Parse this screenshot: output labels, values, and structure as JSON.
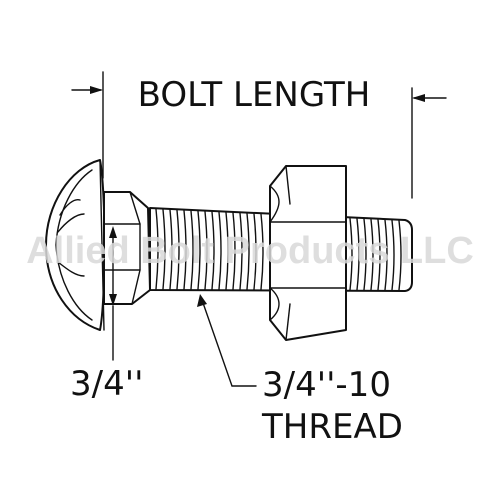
{
  "dimension_label": "BOLT LENGTH",
  "head_label": "3/4''",
  "thread_label_line1": "3/4''-10",
  "thread_label_line2": "THREAD",
  "watermark": "Allied Bolt Products LLC",
  "colors": {
    "line": "#111111",
    "background": "#ffffff",
    "watermark": "#d9d9d9"
  }
}
